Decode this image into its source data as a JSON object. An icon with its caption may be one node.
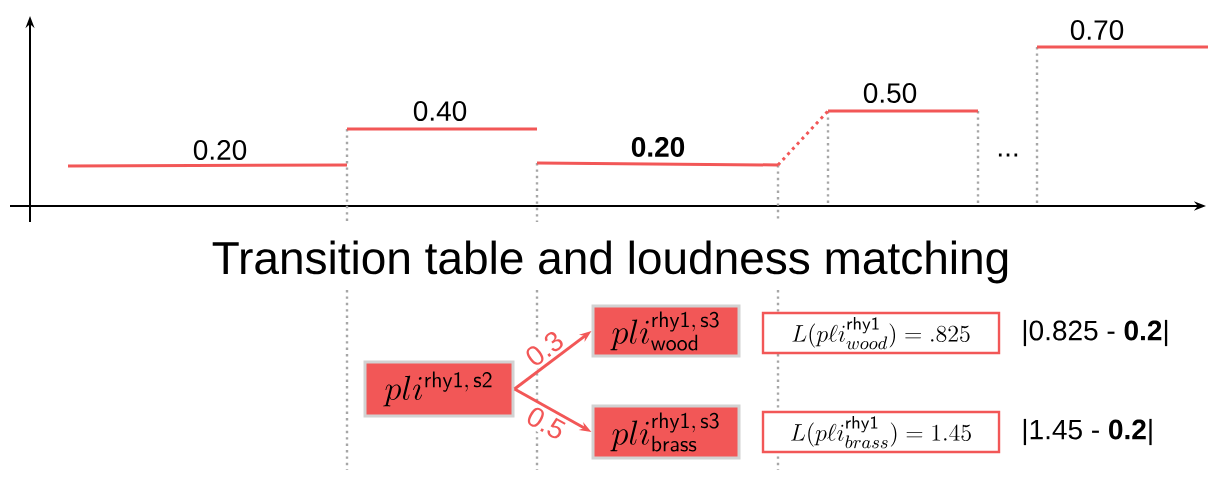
{
  "diagram": {
    "title": "Transition table and loudness matching",
    "nodes": [
      {
        "text": [
          "pli^{\\mathsf{rhy1,\\,s2}}"
        ]
      },
      {
        "text": [
          "pli^{\\mathsf{rhy1,\\,s3}}_{\\mathsf{wood}}"
        ]
      },
      {
        "text": [
          "pli^{\\mathsf{rhy1,\\,s3}}_{\\mathsf{brass}}"
        ]
      },
      {
        "text": [
          "L(p\\ell i_{wood}^{\\mathsf{rhy1}}) = .825"
        ],
        "beside": [
          "|0.825 - **0.2**|"
        ]
      },
      {
        "text": [
          "L(p\\ell i_{brass}^{\\mathsf{rhy1}}) = 1.45"
        ],
        "beside": [
          "|1.45 - **0.2**|"
        ]
      }
    ],
    "edges": [
      {
        "from": 0,
        "to": 1,
        "arrow": "to",
        "label": "0.3"
      },
      {
        "from": 0,
        "to": 2,
        "arrow": "to",
        "label": "0.5"
      }
    ],
    "labels": [
      "0.20",
      "0.40",
      "0.20",
      "0.50",
      "...",
      "0.70"
    ]
  }
}
